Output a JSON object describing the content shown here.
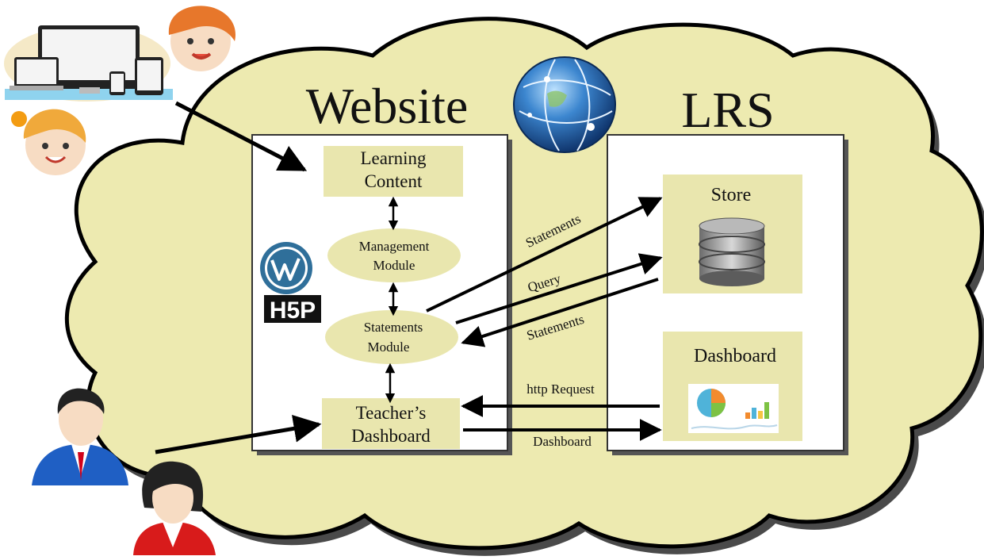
{
  "website": {
    "title": "Website",
    "logos": {
      "wordpress": "wordpress-logo",
      "h5p": "H5P"
    },
    "boxes": {
      "learning_content": [
        "Learning",
        "Content"
      ],
      "management_module": [
        "Management",
        "Module"
      ],
      "statements_module": [
        "Statements",
        "Module"
      ],
      "teachers_dashboard": [
        "Teacher’s",
        "Dashboard"
      ]
    }
  },
  "lrs": {
    "title": "LRS",
    "store": {
      "label": "Store",
      "icon": "database-icon"
    },
    "dashboard": {
      "label": "Dashboard",
      "icon": "dashboard-chart-icon"
    }
  },
  "arrows": {
    "statements_out": "Statements",
    "query": "Query",
    "statements_in": "Statements",
    "http_request": "http Request",
    "dashboard": "Dashboard"
  },
  "actors": {
    "students": {
      "icons": [
        "devices-icon",
        "boy-icon",
        "girl-icon"
      ]
    },
    "teachers": {
      "icons": [
        "male-teacher-icon",
        "female-teacher-icon"
      ]
    }
  },
  "colors": {
    "cloud": "#EDEAB0",
    "box_fill": "#E9E6AE",
    "panel": "#FFFFFF",
    "shadow": "#666666",
    "globe": "#2F6FB7"
  }
}
